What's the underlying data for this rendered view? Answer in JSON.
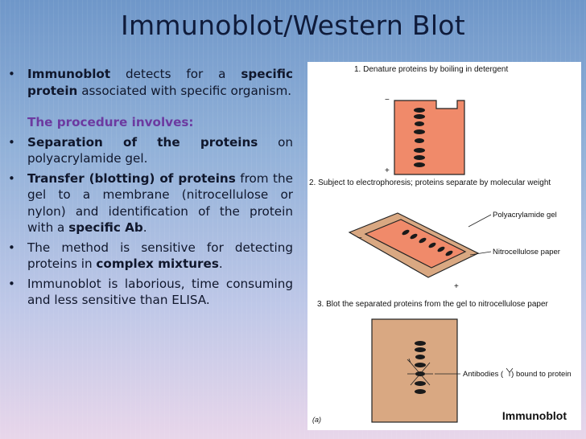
{
  "title": "Immunoblot/Western Blot",
  "bullets": {
    "b1_bold1": "Immunoblot",
    "b1_text1": " detects for a ",
    "b1_bold2": "specific protein",
    "b1_text2": " associated with specific organism.",
    "procedure_heading": "The procedure involves:",
    "b2_bold": "Separation of the proteins",
    "b2_text": " on polyacrylamide gel.",
    "b3_bold": "Transfer (blotting) of proteins",
    "b3_text": " from the gel to a membrane (nitrocellulose or nylon) and identification of the protein with a ",
    "b3_bold2": "specific Ab",
    "b3_text2": ".",
    "b4_text": "The method is sensitive for detecting proteins in ",
    "b4_bold": "complex mixtures",
    "b4_text2": ".",
    "b5_text": "Immunoblot is laborious, time consuming and less sensitive than ELISA."
  },
  "figure": {
    "step1": "1. Denature proteins by boiling in detergent",
    "step2": "2. Subject to electrophoresis; proteins separate by molecular weight",
    "step3": "3. Blot the separated proteins from the gel to nitrocellulose paper",
    "minus": "−",
    "plus": "+",
    "label_gel": "Polyacrylamide gel",
    "label_nitro": "Nitrocellulose paper",
    "label_ab_pre": "Antibodies (",
    "label_ab_post": ") bound to protein",
    "panel_letter": "(a)",
    "figure_label": "Immunoblot",
    "colors": {
      "gel": "#f08a6a",
      "paper": "#d9a882",
      "band": "#1a1a1a"
    }
  }
}
